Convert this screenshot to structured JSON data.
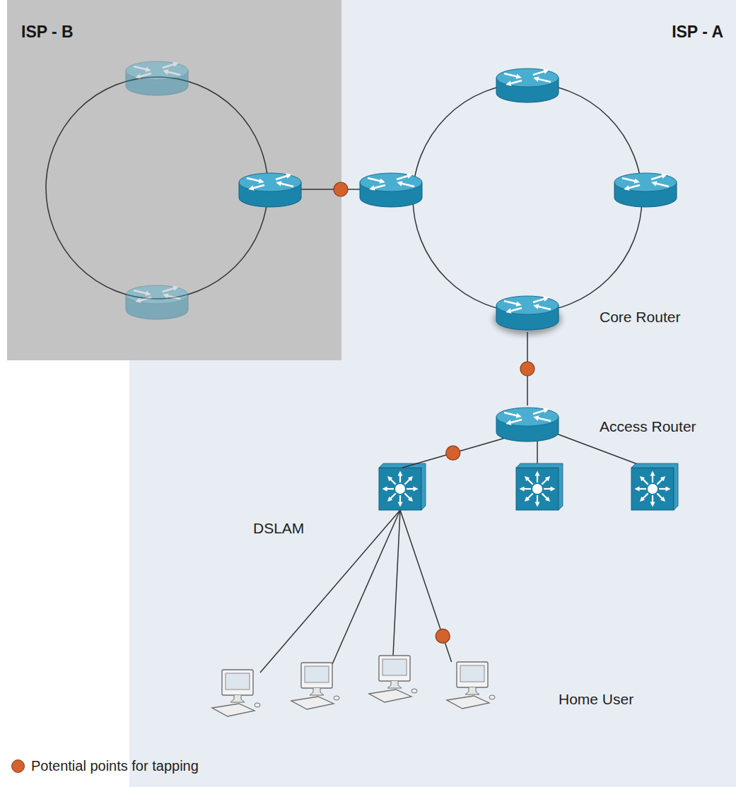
{
  "diagram": {
    "nodes": [
      {
        "text": [
          "ISP - B"
        ]
      },
      {
        "text": [
          "ISP - A"
        ]
      },
      {
        "text": [
          "Core Router"
        ],
        "in": 1
      },
      {
        "text": [
          "Access Router"
        ],
        "in": 1
      },
      {
        "text": [
          "DSLAM"
        ],
        "in": 1
      },
      {
        "text": [
          "Home User"
        ],
        "in": 1
      }
    ],
    "edges": [
      {
        "from": 2,
        "to": 3,
        "arrow": "none"
      },
      {
        "from": 3,
        "to": 4,
        "arrow": "none"
      },
      {
        "from": 4,
        "to": 5,
        "arrow": "none"
      }
    ],
    "legend": [
      {
        "text": "Potential points for tapping",
        "color": "#d4622c"
      }
    ]
  }
}
